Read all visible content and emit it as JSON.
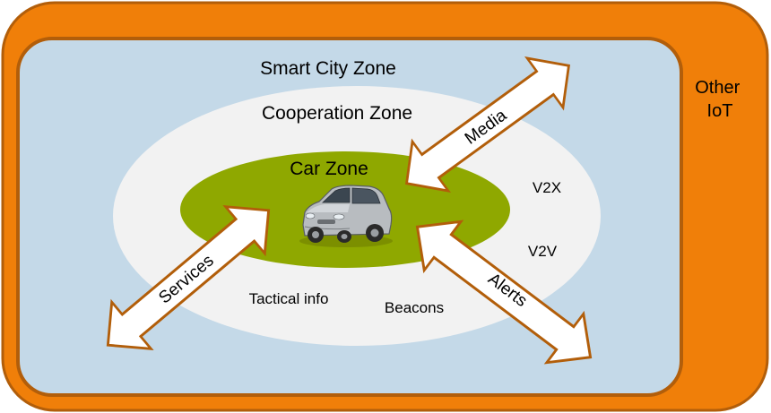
{
  "zones": {
    "other_iot": "Other\nIoT",
    "smart_city": "Smart City Zone",
    "cooperation": "Cooperation Zone",
    "car": "Car Zone"
  },
  "labels": {
    "v2x": "V2X",
    "v2v": "V2V",
    "tactical_info": "Tactical info",
    "beacons": "Beacons"
  },
  "arrows": {
    "media": "Media",
    "services": "Services",
    "alerts": "Alerts"
  },
  "colors": {
    "other_iot_fill": "#F07F09",
    "outline": "#B25E0A",
    "smart_city_fill": "#C4D9E8",
    "cooperation_fill": "#F2F2F2",
    "car_zone_fill": "#8FA800",
    "arrow_fill": "#FFFFFF"
  },
  "icons": {
    "car": "car-icon"
  }
}
